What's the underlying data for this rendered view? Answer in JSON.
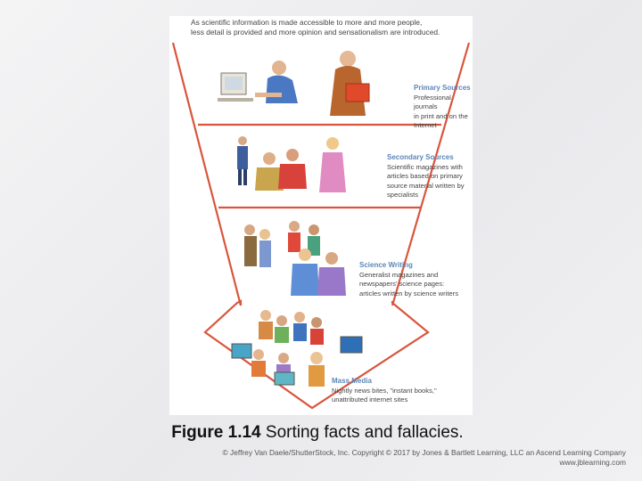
{
  "figure": {
    "intro_line1": "As scientific information is made accessible to more and more people,",
    "intro_line2": "less detail is provided and more opinion and sensationalism are introduced.",
    "tiers": [
      {
        "title": "Primary Sources",
        "lines": [
          "Professional journals",
          "in print and on the",
          "Internet"
        ]
      },
      {
        "title": "Secondary Sources",
        "lines": [
          "Scientific magazines with",
          "articles based on primary",
          "source material written by",
          "specialists"
        ]
      },
      {
        "title": "Science Writing",
        "lines": [
          "Generalist magazines and",
          "newspapers' science pages:",
          "articles written by science writers"
        ]
      },
      {
        "title": "Mass Media",
        "lines": [
          "Nightly news bites, \"instant books,\"",
          "unattributed internet sites"
        ]
      }
    ],
    "colors": {
      "funnel_line": "#d9553d",
      "tier_title": "#5d86b8"
    }
  },
  "caption": {
    "number": "Figure 1.14",
    "text": "Sorting facts and fallacies."
  },
  "credit": {
    "line1": "© Jeffrey Van Daele/ShutterStock, Inc. Copyright © 2017 by Jones & Bartlett Learning, LLC an Ascend Learning Company",
    "line2": "www.jblearning.com"
  }
}
